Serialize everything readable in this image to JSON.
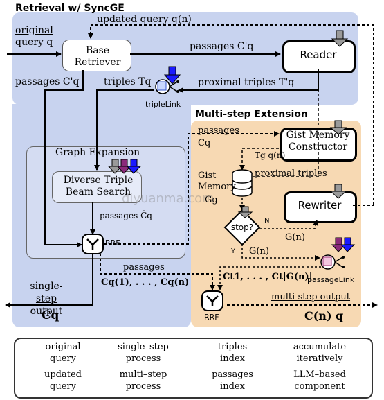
{
  "panels": {
    "retrieval_title": "Retrieval w/ SyncGE",
    "multistep_title": "Multi-step Extension",
    "graph_expansion_title": "Graph Expansion"
  },
  "components": {
    "base_retriever": "Base Retriever",
    "reader": "Reader",
    "gist_constructor": "Gist Memory Constructor",
    "rewriter": "Rewriter",
    "beam_search": "Diverse Triple Beam Search",
    "gist_memory": "Gist Memory",
    "stop": "stop?",
    "rrf_top": "RRF",
    "rrf_bottom": "RRF",
    "triple_link": "tripleLink",
    "passage_link": "passageLink"
  },
  "labels": {
    "original_query": "original query q",
    "updated_query": "updated query q(n)",
    "passages_cq_prime": "passages C'q",
    "passages_cq_prime_left": "passages C'q",
    "triples_tq": "triples Tq",
    "proximal_triples_tq_prime": "proximal triples T'q",
    "passages_cq_ms": "passages Cq",
    "tg_q": "Tg q(n)",
    "proximal_triples": "proximal triples",
    "g_memory": "Gg",
    "passages_cq_hat": "passages Ĉq",
    "g_n_1": "G(n)",
    "g_n_2": "G(n)",
    "n_label": "N",
    "y_label": "Y",
    "passages_seq": "passages",
    "cq_seq": "Cq(1), . . . , Cq(n)",
    "ct_seq": "Ct1, . . . , Ct|G(n)|",
    "single_step_output": "single-step output",
    "cq_out": "Cq",
    "multi_step_output": "multi-step output",
    "cq_n_out": "C(n) q"
  },
  "legend": [
    {
      "icon": "original-query-icon",
      "text": "original query"
    },
    {
      "icon": "single-step-arrow-icon",
      "text": "single–step process"
    },
    {
      "icon": "triples-index-icon",
      "text": "triples index"
    },
    {
      "icon": "accumulate-arrow-icon",
      "text": "accumulate iteratively"
    },
    {
      "icon": "updated-query-icon",
      "text": "updated query"
    },
    {
      "icon": "multi-step-arrow-icon",
      "text": "multi–step process"
    },
    {
      "icon": "passages-index-icon",
      "text": "passages index"
    },
    {
      "icon": "llm-component-icon",
      "text": "LLM–based component"
    }
  ],
  "watermark": "diyuanma.com",
  "colors": {
    "blue_panel": "#c8d3ef",
    "orange_panel": "#f7d9b3",
    "triples_index": "#1a1aff",
    "passages_index": "#8a2a7a",
    "query_icon": "#9a9a9a"
  }
}
